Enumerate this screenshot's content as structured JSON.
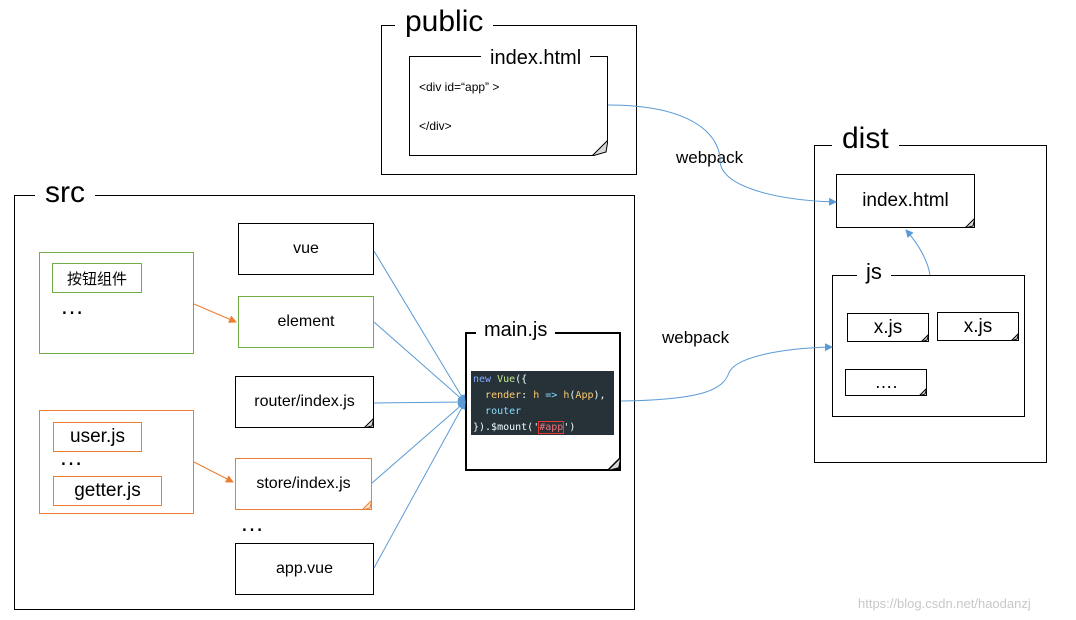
{
  "frames": {
    "public": "public",
    "src": "src",
    "dist": "dist",
    "main": "main.js",
    "js": "js"
  },
  "public_file": {
    "title": "index.html",
    "line1": "<div id=“app” >",
    "line2": "</div>"
  },
  "src_boxes": {
    "vue": "vue",
    "element": "element",
    "router": "router/index.js",
    "store": "store/index.js",
    "app": "app.vue",
    "button_component": "按钮组件",
    "user_js": "user.js",
    "getter_js": "getter.js"
  },
  "ellipsis": {
    "green_group": "…",
    "orange_group": "…",
    "src_list": "…",
    "dist_js": "…."
  },
  "code": {
    "line1_kw": "new",
    "line1_fn": "Vue",
    "line1_rest": "({",
    "line2_key": "render",
    "line2_arg": "h",
    "line2_arrow": "=>",
    "line2_call": "h",
    "line2_app": "App",
    "line3": "router",
    "line4_start": "}).$mount('",
    "line4_hl": "#app",
    "line4_end": "')"
  },
  "dist_files": {
    "index": "index.html",
    "xjs1": "x.js",
    "xjs2": "x.js"
  },
  "arrows": {
    "webpack_top": "webpack",
    "webpack_bottom": "webpack"
  },
  "watermark": "https://blog.csdn.net/haodanzj",
  "colors": {
    "blue_arrow": "#5b9bd5",
    "orange_arrow": "#ed7d31",
    "green": "#70ad47",
    "orange": "#ed7d31"
  }
}
